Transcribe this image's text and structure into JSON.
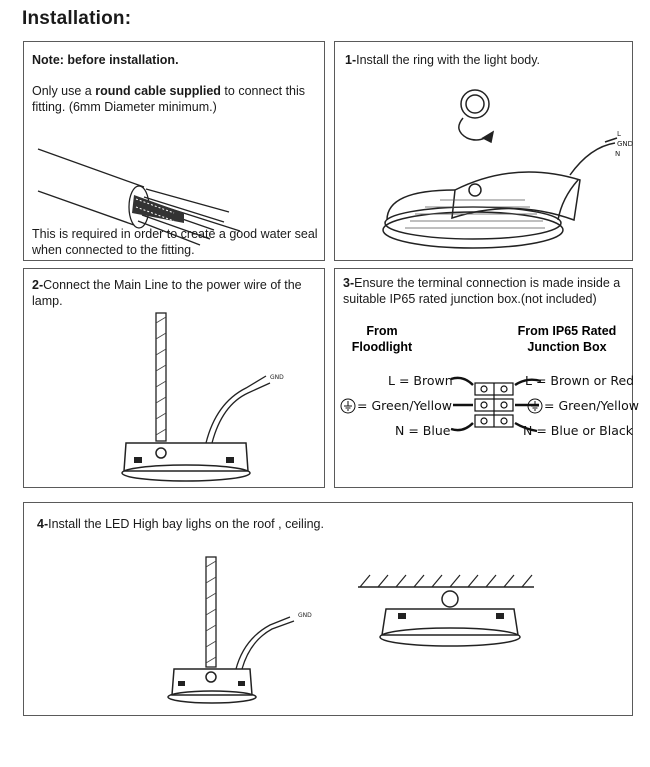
{
  "title": "Installation:",
  "note": {
    "heading": "Note: before installation.",
    "line1_pre": "Only use a ",
    "line1_bold": "round cable supplied",
    "line1_post": " to connect this fitting. (6mm Diameter minimum.)",
    "footer": "This is required in order to create a good water seal when connected to the fitting."
  },
  "step1": {
    "num": "1-",
    "text": "Install the ring with the light body.",
    "wire_l": "L",
    "wire_gnd": "GND",
    "wire_n": "N"
  },
  "step2": {
    "num": "2-",
    "text": "Connect the Main Line to the power wire of the lamp.",
    "gnd": "GND"
  },
  "step3": {
    "num": "3-",
    "text": "Ensure the terminal connection is made inside a suitable IP65 rated junction box.(not included)",
    "left_header_1": "From",
    "left_header_2": "Floodlight",
    "right_header_1": "From IP65 Rated",
    "right_header_2": "Junction Box",
    "left_labels": [
      "L = Brown",
      "= Green/Yellow",
      "N = Blue"
    ],
    "right_labels": [
      "L = Brown or Red",
      "= Green/Yellow",
      "N = Blue or Black"
    ]
  },
  "step4": {
    "num": "4-",
    "text": "Install the LED High bay lighs on the roof , ceiling.",
    "gnd": "GND"
  }
}
